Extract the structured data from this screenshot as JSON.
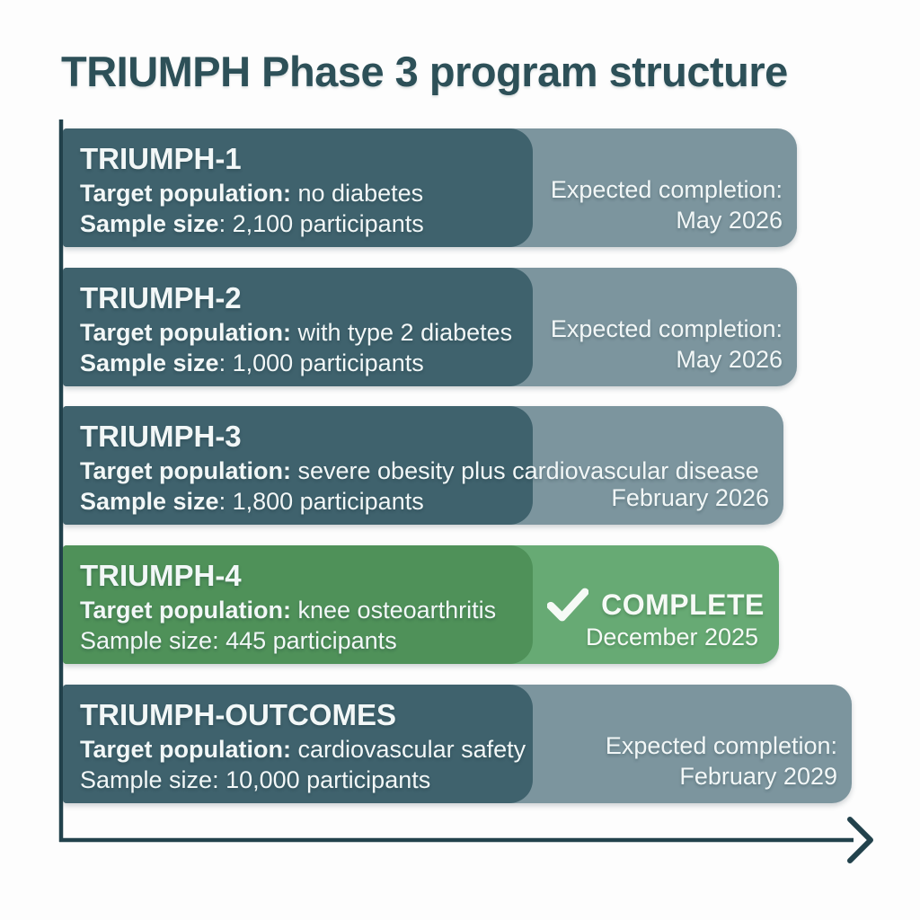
{
  "title": "TRIUMPH Phase 3 program structure",
  "colors": {
    "teal_dark": "#3f626d",
    "teal_light": "#7c959e",
    "green_dark": "#4f9159",
    "green_light": "#67aa74",
    "title_text": "#2d5058",
    "axis": "#22424c",
    "bar_text": "#f2f7f7"
  },
  "trials": [
    {
      "name": "TRIUMPH-1",
      "target_label": "Target population:",
      "target_value": "no diabetes",
      "sample_label": "Sample size",
      "sample_value": ": 2,100 participants",
      "status": {
        "line1": "Expected completion:",
        "line2": "May 2026"
      }
    },
    {
      "name": "TRIUMPH-2",
      "target_label": "Target population:",
      "target_value": "with type 2 diabetes",
      "sample_label": "Sample size",
      "sample_value": ": 1,000 participants",
      "status": {
        "line1": "Expected completion:",
        "line2": "May 2026"
      }
    },
    {
      "name": "TRIUMPH-3",
      "target_label": "Target population:",
      "target_value": "severe obesity plus cardiovascular disease",
      "sample_label": "Sample size",
      "sample_value": ": 1,800 participants",
      "status": {
        "line2": "February 2026"
      }
    },
    {
      "name": "TRIUMPH-4",
      "target_label": "Target population:",
      "target_value": "knee osteoarthritis",
      "sample_plain": "Sample size: 445 participants",
      "status": {
        "complete_label": "COMPLETE",
        "line2": "December 2025"
      }
    },
    {
      "name": "TRIUMPH-OUTCOMES",
      "target_label": "Target population:",
      "target_value": "cardiovascular safety",
      "sample_plain": "Sample size: 10,000 participants",
      "status": {
        "line1": "Expected completion:",
        "line2": "February 2029"
      }
    }
  ]
}
